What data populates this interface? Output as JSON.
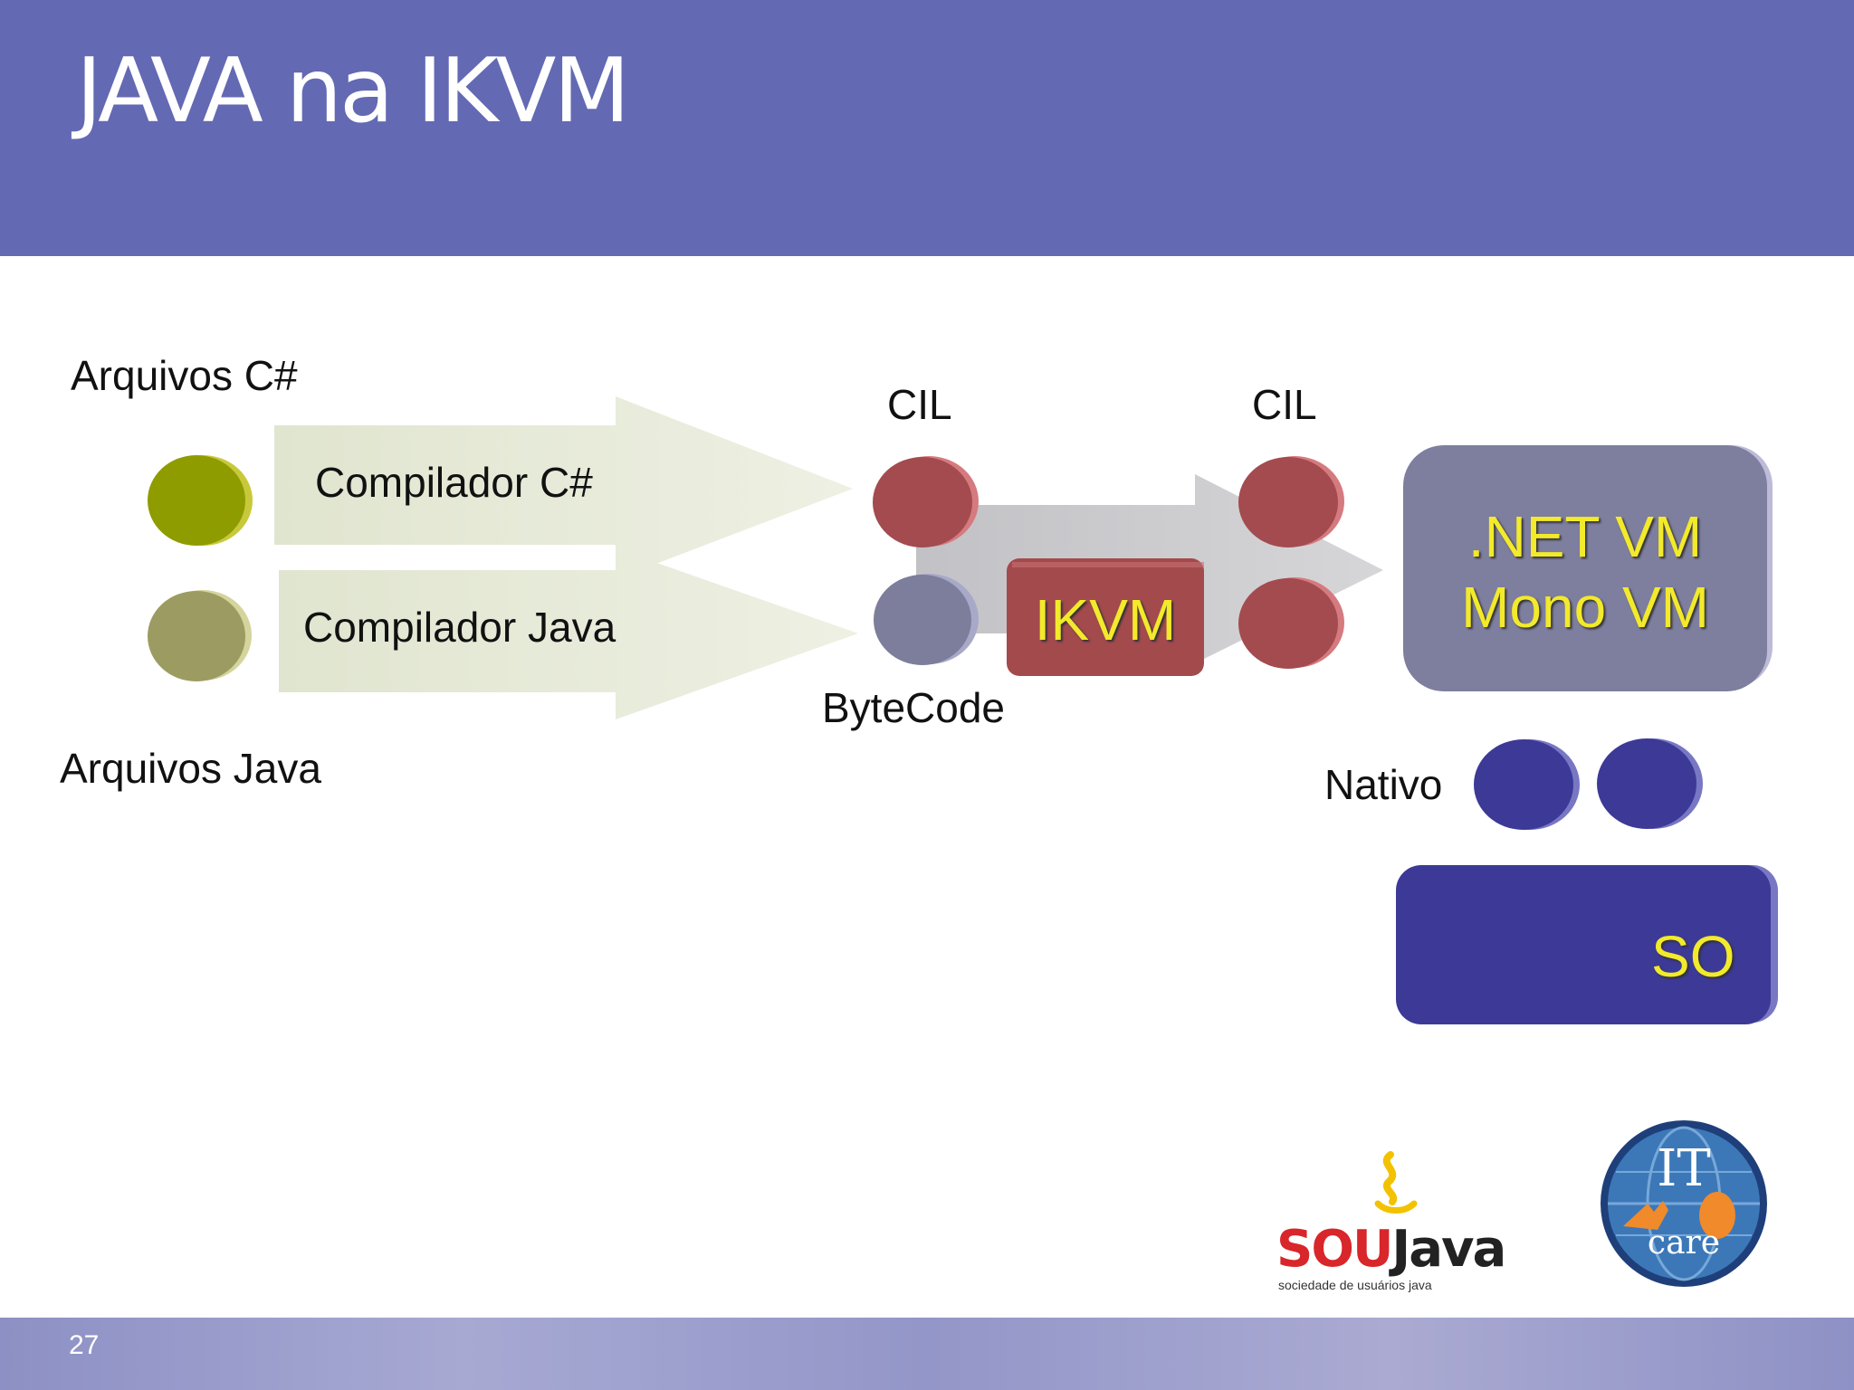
{
  "slide": {
    "title": "JAVA na IKVM",
    "number": "27"
  },
  "diagram": {
    "arquivos_csharp": "Arquivos C#",
    "arquivos_java": "Arquivos Java",
    "compilador_csharp": "Compilador C#",
    "compilador_java": "Compilador Java",
    "cil_left": "CIL",
    "cil_right": "CIL",
    "bytecode": "ByteCode",
    "ikvm": "IKVM",
    "vm_line1": ".NET VM",
    "vm_line2": "Mono VM",
    "nativo": "Nativo",
    "so": "SO"
  },
  "logos": {
    "soujava_sou": "SOU",
    "soujava_java": "Java",
    "soujava_tagline": "sociedade de usuários java",
    "itcare_it": "IT",
    "itcare_care": "care"
  },
  "colors": {
    "header": "#6369b3",
    "csharp_dot": "#8f9c00",
    "java_dot": "#9c9c62",
    "cil_dot": "#a34b4f",
    "bytecode_dot": "#7d7d9c",
    "ikvm_box": "#a34a4d",
    "vm_box": "#7e7e9e",
    "native_dot": "#3c3a96",
    "so_box": "#3c3a96",
    "vm_text": "#f2ea2a"
  }
}
